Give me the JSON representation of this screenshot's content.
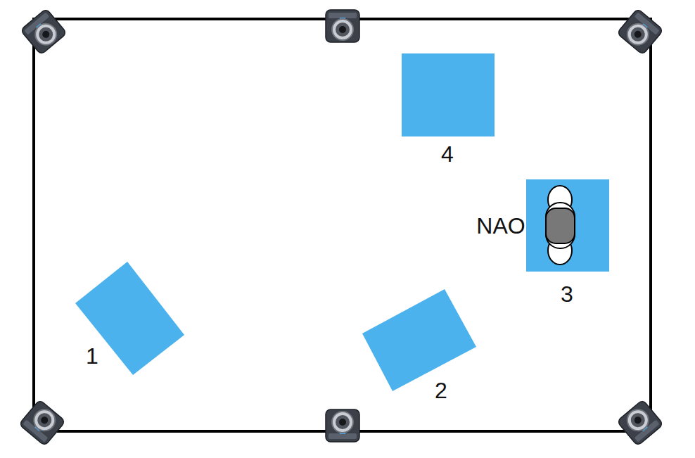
{
  "diagram": {
    "labels": [
      "4",
      "NAO",
      "3",
      "1",
      "2"
    ]
  }
}
